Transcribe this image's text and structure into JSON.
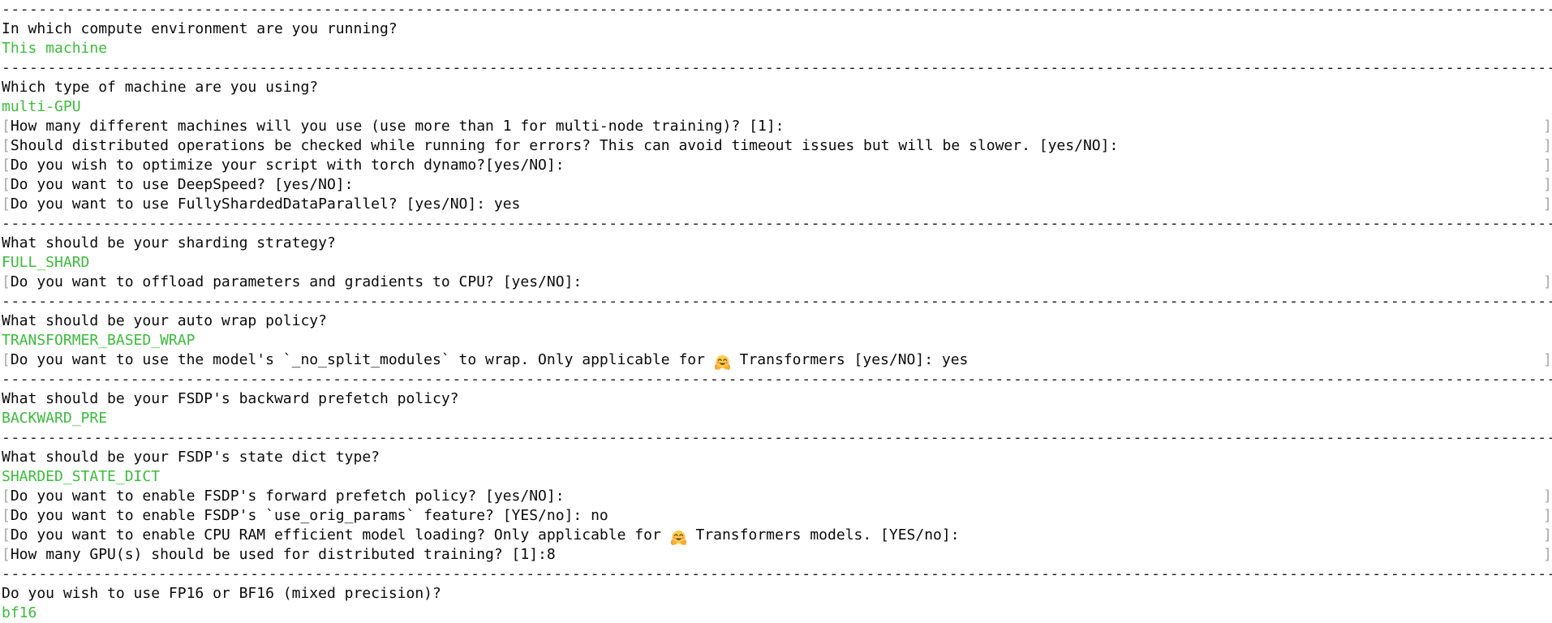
{
  "ui": {
    "bracket_open": "[",
    "bracket_close": "]",
    "separator": "------------------------------------------------------------------------------------------------------------------------------------------------------------------------------------",
    "colors": {
      "answer_green": "#3cbb3c",
      "bracket_gray": "#a8a8a8",
      "text": "#0a0a0a",
      "background": "#ffffff"
    }
  },
  "session": {
    "env_question": "In which compute environment are you running?",
    "env_answer": "This machine",
    "machine_question": "Which type of machine are you using?",
    "machine_answer": "multi-GPU",
    "num_machines_prompt": "How many different machines will you use (use more than 1 for multi-node training)? [1]:",
    "check_ops_prompt": "Should distributed operations be checked while running for errors? This can avoid timeout issues but will be slower. [yes/NO]:",
    "dynamo_prompt": "Do you wish to optimize your script with torch dynamo?[yes/NO]:",
    "deepspeed_prompt": "Do you want to use DeepSpeed? [yes/NO]:",
    "fsdp_prompt": "Do you want to use FullyShardedDataParallel? [yes/NO]: yes",
    "sharding_question": "What should be your sharding strategy?",
    "sharding_answer": "FULL_SHARD",
    "offload_prompt": "Do you want to offload parameters and gradients to CPU? [yes/NO]:",
    "wrap_question": "What should be your auto wrap policy?",
    "wrap_answer": "TRANSFORMER_BASED_WRAP",
    "no_split_prompt_before": "Do you want to use the model's `_no_split_modules` to wrap. Only applicable for ",
    "no_split_prompt_after": " Transformers [yes/NO]: yes",
    "backward_prefetch_question": "What should be your FSDP's backward prefetch policy?",
    "backward_prefetch_answer": "BACKWARD_PRE",
    "state_dict_question": "What should be your FSDP's state dict type?",
    "state_dict_answer": "SHARDED_STATE_DICT",
    "forward_prefetch_prompt": "Do you want to enable FSDP's forward prefetch policy? [yes/NO]:",
    "use_orig_params_prompt": "Do you want to enable FSDP's `use_orig_params` feature? [YES/no]: no",
    "cpu_ram_prompt_before": "Do you want to enable CPU RAM efficient model loading? Only applicable for ",
    "cpu_ram_prompt_after": " Transformers models. [YES/no]:",
    "num_gpus_prompt": "How many GPU(s) should be used for distributed training? [1]:8",
    "precision_question": "Do you wish to use FP16 or BF16 (mixed precision)?",
    "precision_answer": "bf16"
  }
}
